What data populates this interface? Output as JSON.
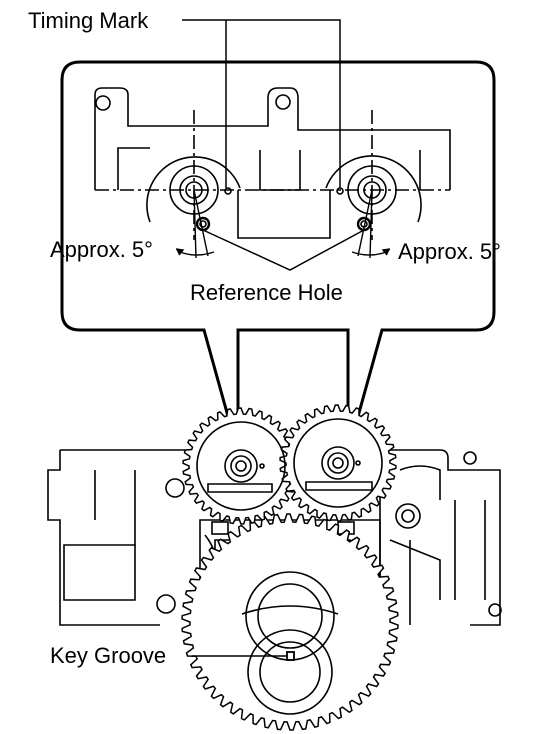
{
  "labels": {
    "timing_mark": "Timing Mark",
    "approx_left": "Approx. 5°",
    "approx_right": "Approx. 5°",
    "reference_hole": "Reference Hole",
    "key_groove": "Key Groove"
  },
  "colors": {
    "line": "#000000",
    "background": "#ffffff"
  }
}
